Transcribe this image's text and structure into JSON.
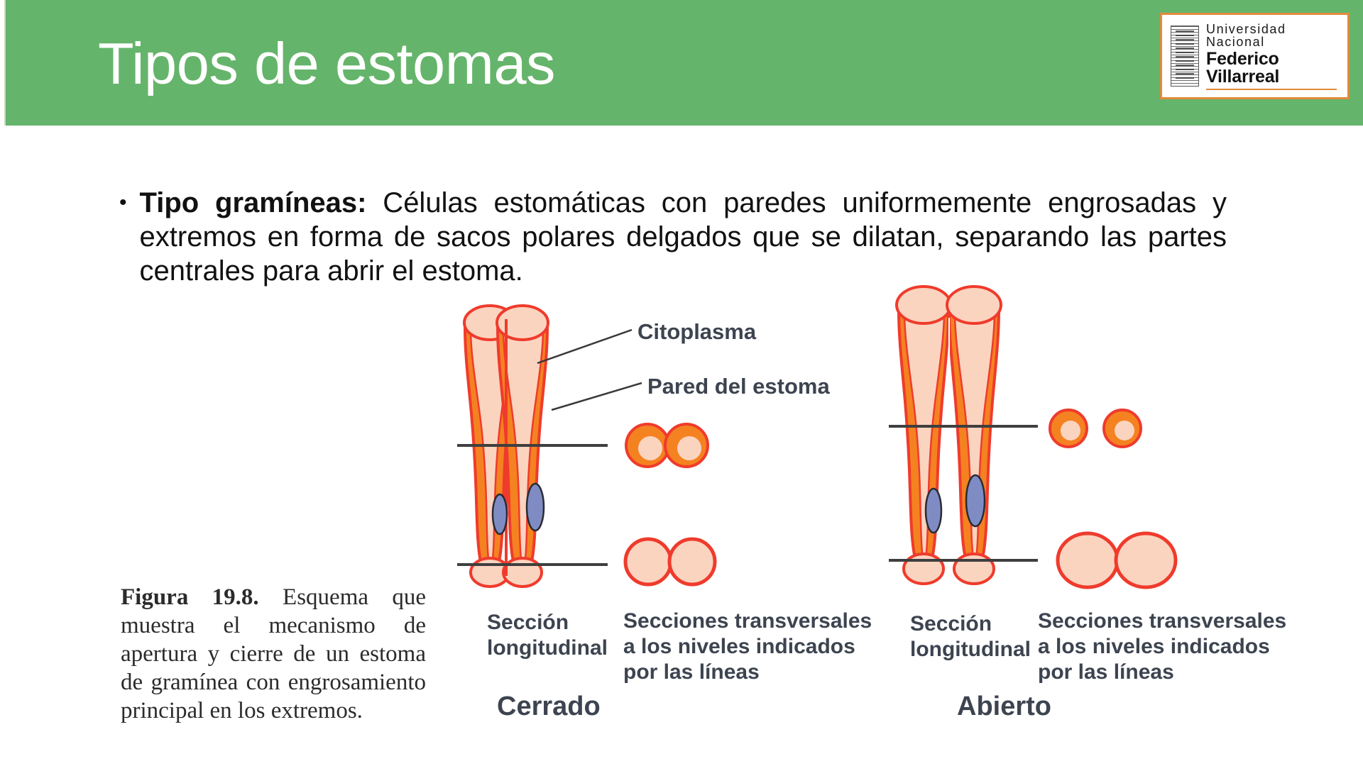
{
  "header": {
    "title": "Tipos de estomas",
    "band_color": "#65b46b",
    "title_color": "#ffffff"
  },
  "logo": {
    "name": "universidad-nacional-federico-villarreal-logo",
    "line1": "Universidad  Nacional",
    "line2": "Federico Villarreal",
    "border_color": "#e08b3a",
    "rule_color": "#e08b3a"
  },
  "body": {
    "bullet_marker": "•",
    "bullet_lead": "Tipo gramíneas:",
    "bullet_rest": " Células estomáticas con paredes uniformemente engrosadas y extremos en forma de sacos polares delgados que se dilatan, separando las partes centrales para abrir el estoma."
  },
  "figure": {
    "caption_label": "Figura 19.8.",
    "caption_text": "  Esquema que muestra el mecanismo de apertura y cierre de un estoma de gramínea con engrosamiento principal en los extremos.",
    "labels": {
      "citoplasma": "Citoplasma",
      "pared_del_estoma": "Pared del estoma",
      "seccion_longitudinal": "Sección\nlongitudinal",
      "secciones_transversales": "Secciones transversales\na los niveles indicados\npor las líneas",
      "estado_cerrado": "Cerrado",
      "estado_abierto": "Abierto"
    },
    "colors": {
      "wall_thickened": "#f58220",
      "cytoplasm": "#fbd4c0",
      "outline": "#ef3b2c",
      "nucleus": "#7f8cc4",
      "nucleus_outline": "#2b2b33",
      "level_line": "#3f3f3f",
      "leader_line": "#3a3a3a"
    }
  }
}
